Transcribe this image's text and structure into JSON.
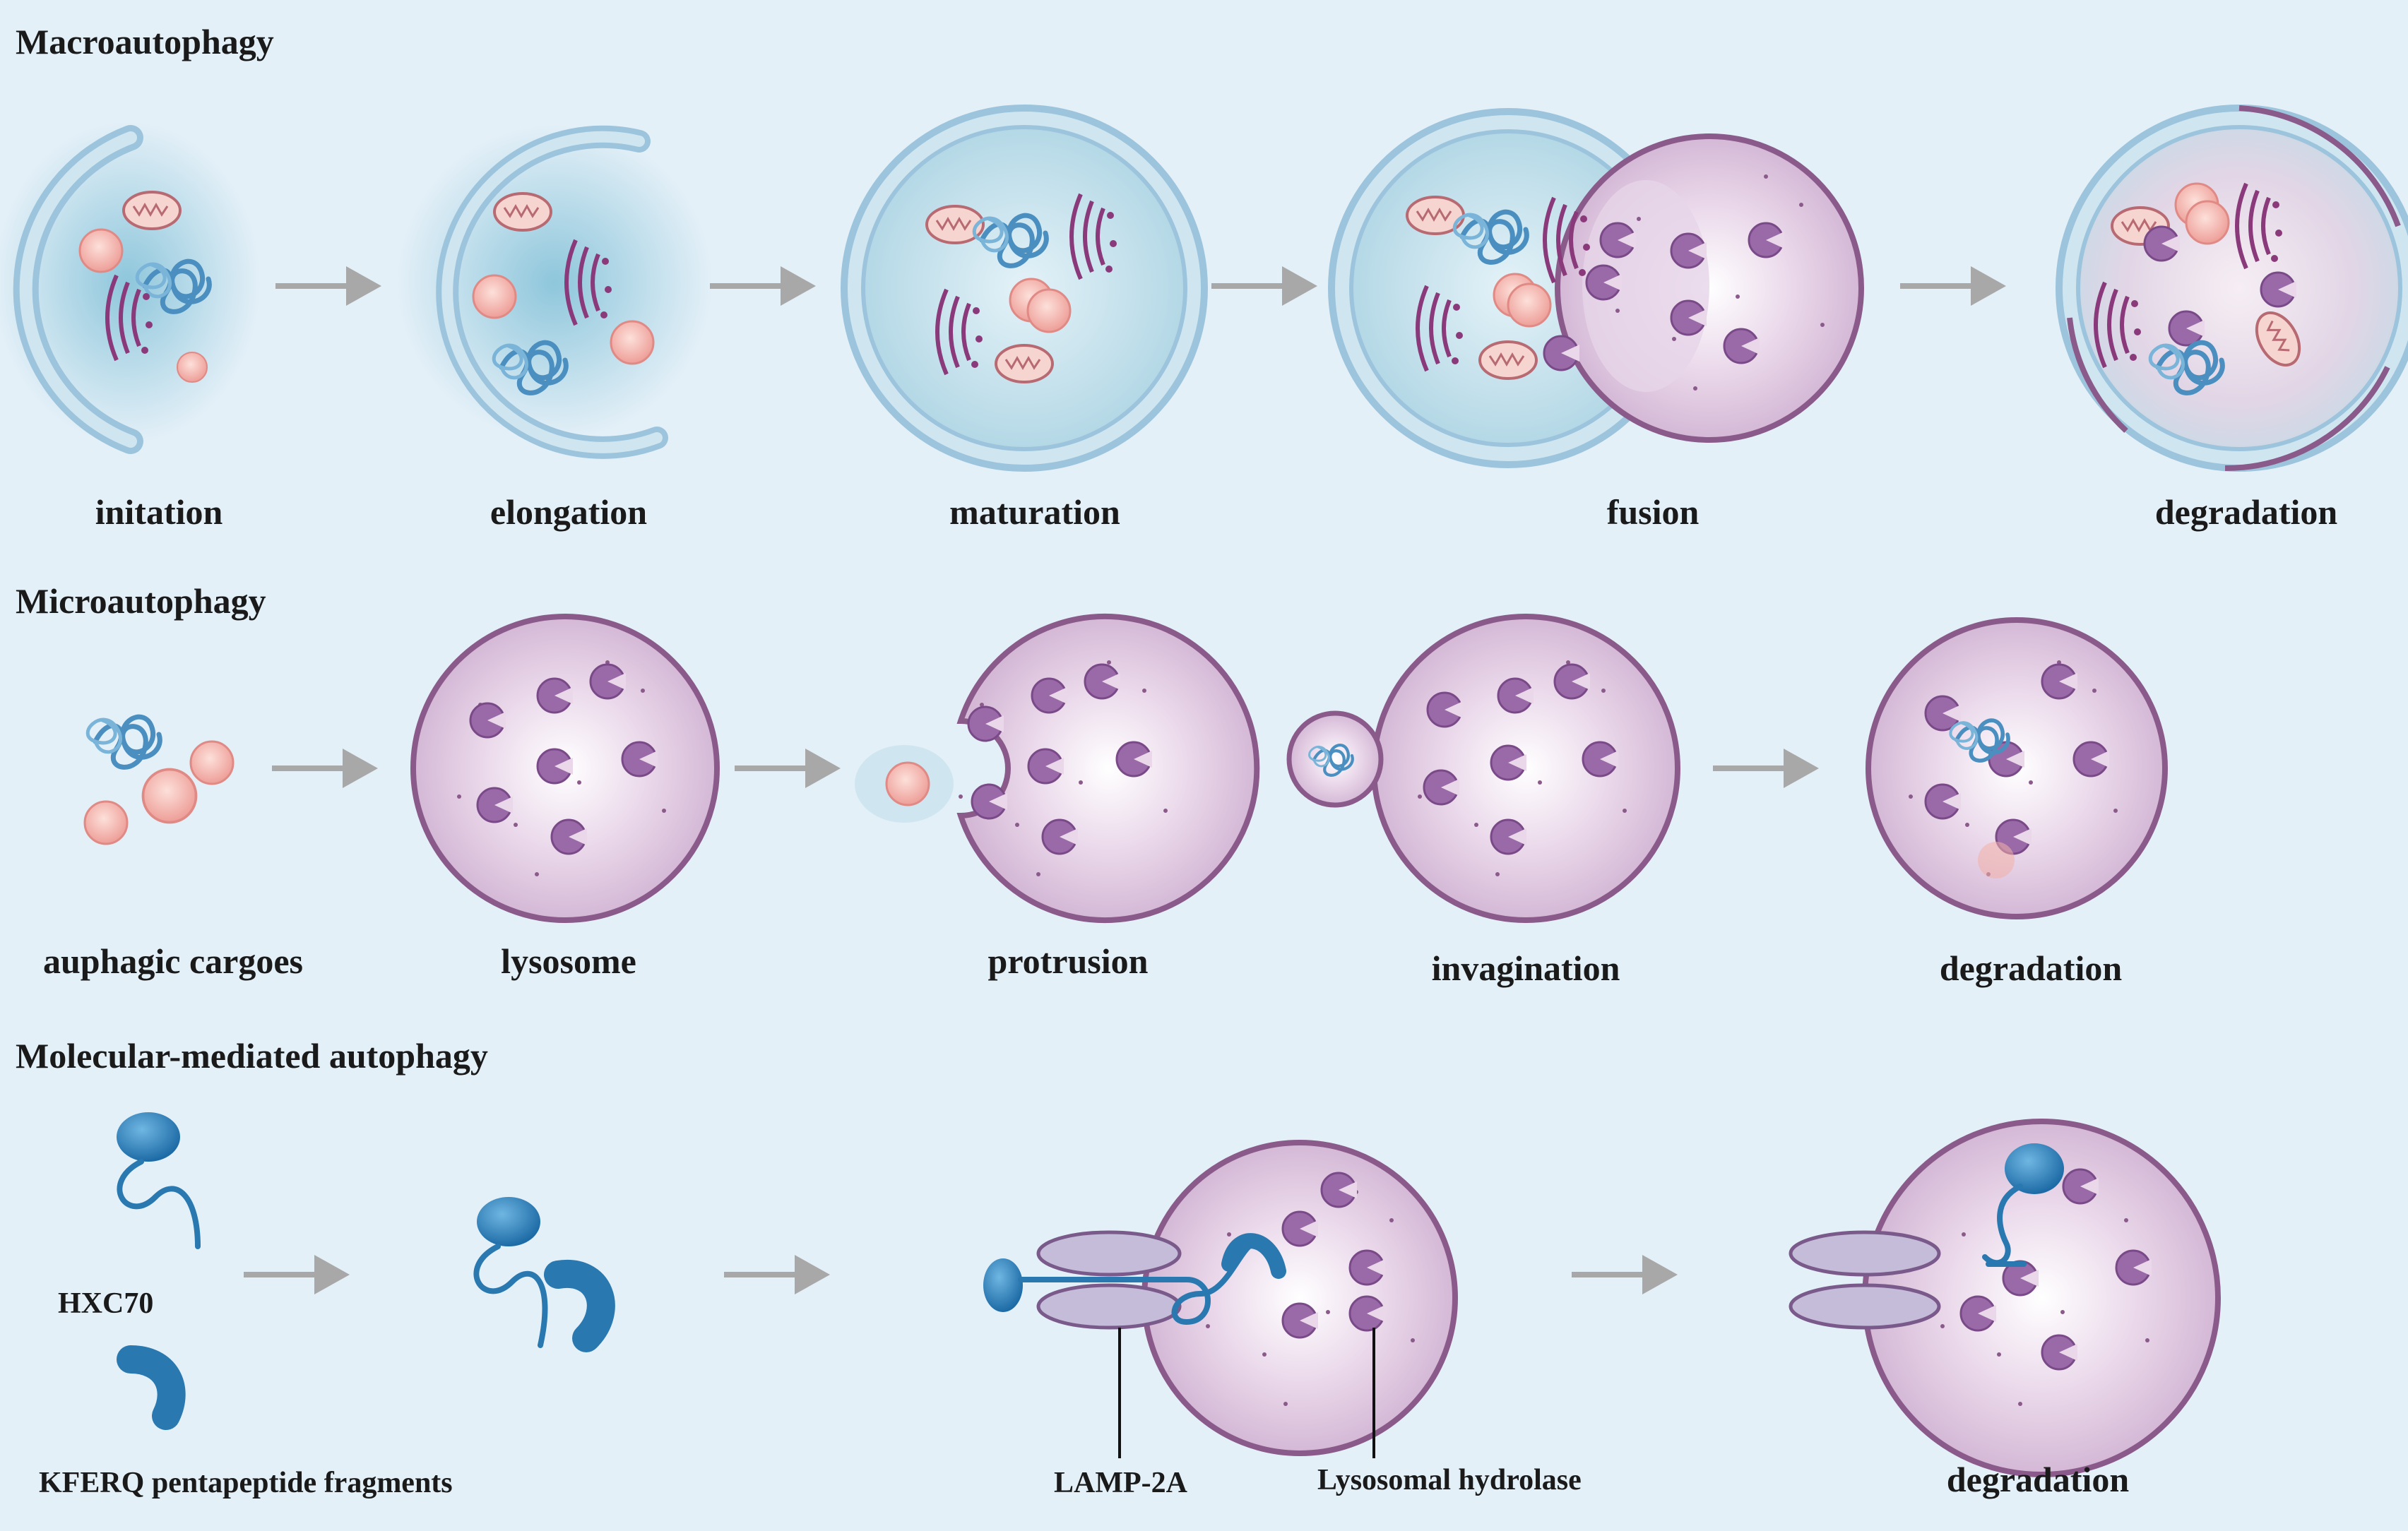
{
  "sections": {
    "macro": {
      "title": "Macroautophagy",
      "stages": [
        "initation",
        "elongation",
        "maturation",
        "fusion",
        "degradation"
      ]
    },
    "micro": {
      "title": "Microautophagy",
      "stages": [
        "auphagic cargoes",
        "lysosome",
        "protrusion",
        "invagination",
        "degradation"
      ]
    },
    "molecular": {
      "title": "Molecular-mediated autophagy",
      "labels": {
        "hxc70": "HXC70",
        "kferq": "KFERQ pentapeptide fragments",
        "lamp": "LAMP-2A",
        "hydrolase": "Lysosomal hydrolase",
        "degradation": "degradation"
      }
    }
  },
  "colors": {
    "background": "#e4f0f8",
    "membrane": "#9cc4dc",
    "lysosome_fill": "#dcc4dc",
    "lysosome_stroke": "#8a5a8a",
    "hydrolase": "#9a6aa8",
    "protein": "#2a78b0",
    "cargo": "#f2b0a8",
    "arrow": "#a8a8a8"
  }
}
